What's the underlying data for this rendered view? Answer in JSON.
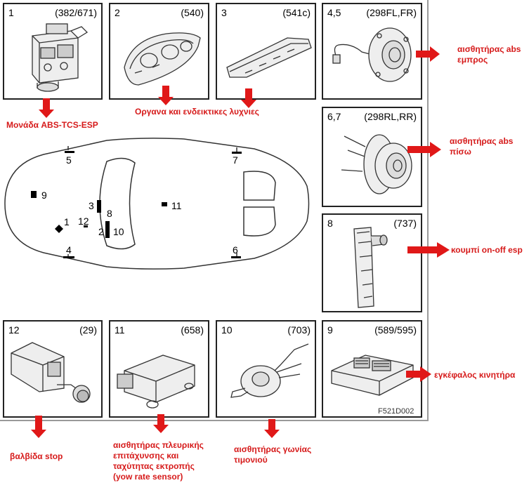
{
  "components": [
    {
      "num": "1",
      "code": "(382/671)"
    },
    {
      "num": "2",
      "code": "(540)"
    },
    {
      "num": "3",
      "code": "(541c)"
    },
    {
      "num": "4,5",
      "code": "(298FL,FR)"
    },
    {
      "num": "6,7",
      "code": "(298RL,RR)"
    },
    {
      "num": "8",
      "code": "(737)"
    },
    {
      "num": "12",
      "code": "(29)"
    },
    {
      "num": "11",
      "code": "(658)"
    },
    {
      "num": "10",
      "code": "(703)"
    },
    {
      "num": "9",
      "code": "(589/595)"
    }
  ],
  "car_labels": [
    "5",
    "7",
    "9",
    "3",
    "8",
    "1",
    "12",
    "2",
    "10",
    "11",
    "4",
    "6"
  ],
  "annotations": {
    "abs_module": "Μονάδα ABS-TCS-ESP",
    "instruments": "Οργανα και ενδεικτικες λυχνιες",
    "abs_front_1": "αισθητήρας abs",
    "abs_front_2": "εμπρος",
    "abs_rear_1": "αισθητήρας abs",
    "abs_rear_2": "πίσω",
    "esp_button": "κουμπί on-off esp",
    "ecu": "εγκέφαλος κινητήρα",
    "stop_valve": "βαλβίδα stop",
    "yaw_1": "αισθητήρας πλευρικής",
    "yaw_2": "επιτάχυνσης και",
    "yaw_3": "ταχύτητας εκτροπής",
    "yaw_4": "(yow rate sensor)",
    "steer_1": "αισθητήρας γωνίας",
    "steer_2": "τιμονιού"
  },
  "figure_id": "F521D002",
  "colors": {
    "annotation": "#d61a1a",
    "arrow": "#e01818",
    "line": "#222222"
  }
}
